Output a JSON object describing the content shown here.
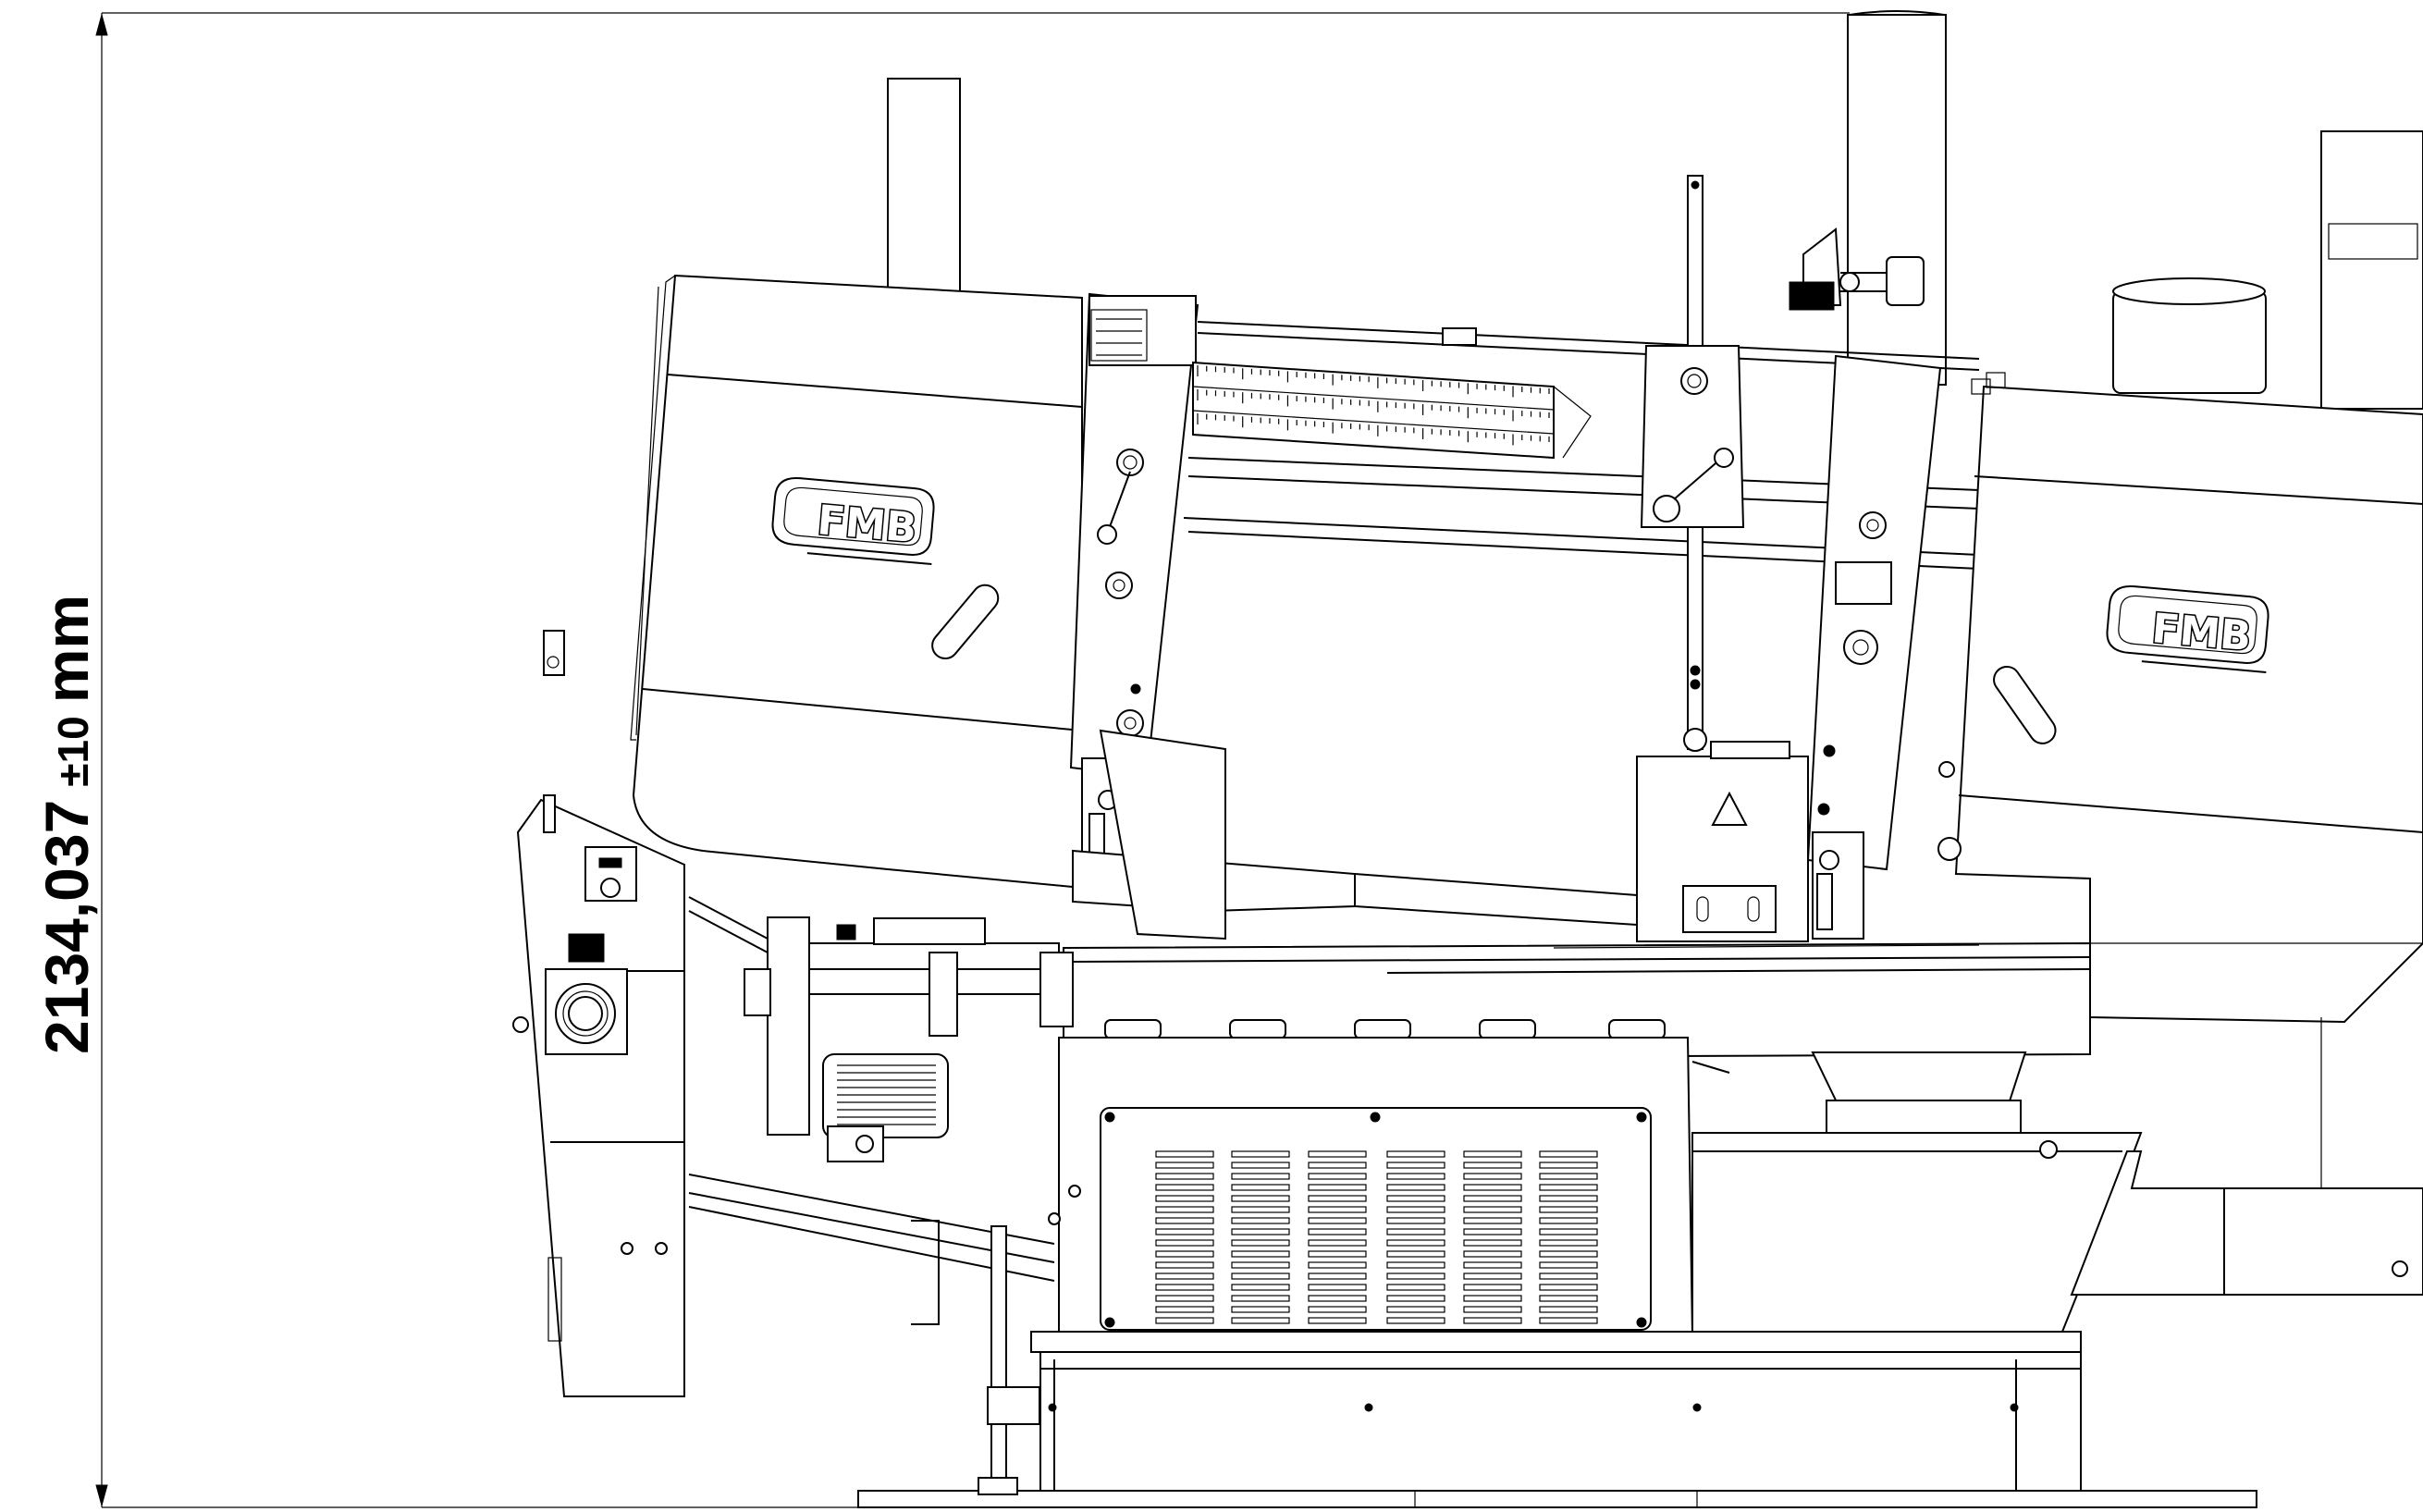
{
  "dimension": {
    "value": "2134,037",
    "tolerance": "±10",
    "unit": "mm"
  },
  "logos": [
    {
      "text": "FMB"
    },
    {
      "text": "FMB"
    }
  ],
  "colors": {
    "line": "#000000",
    "background": "#ffffff"
  }
}
